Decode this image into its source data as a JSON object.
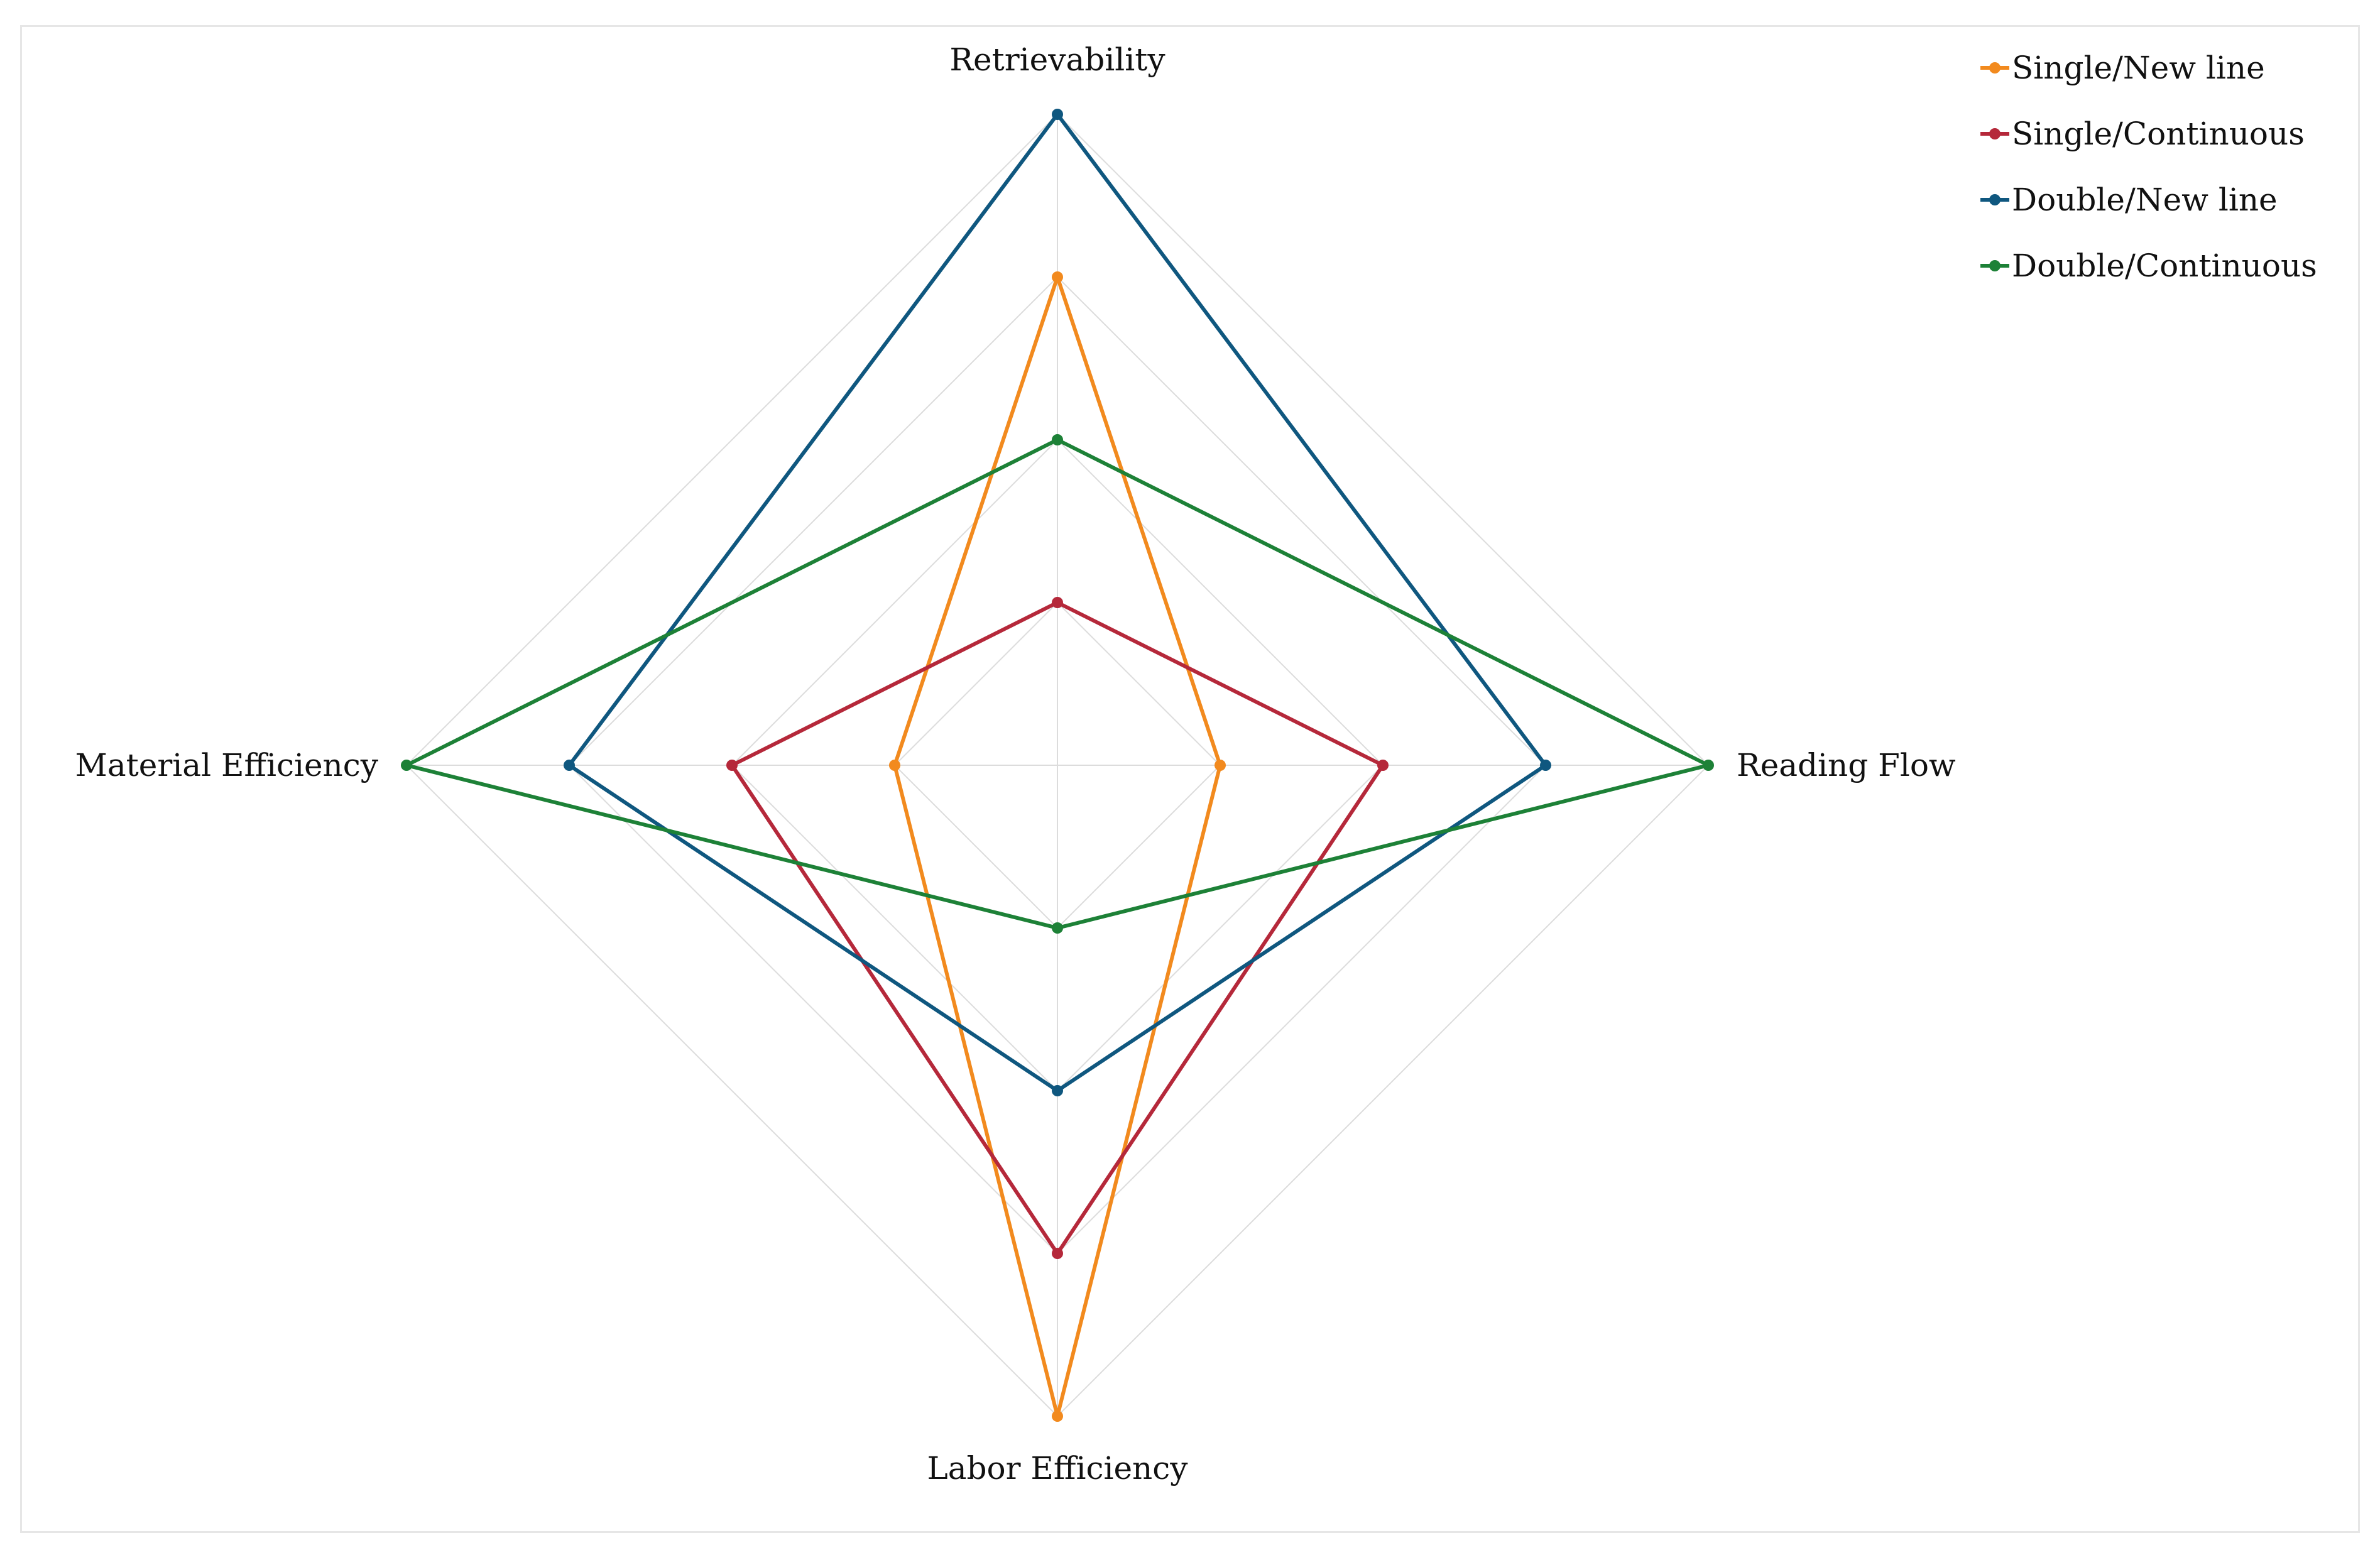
{
  "chart_data": {
    "type": "radar",
    "axes": [
      "Retrievability",
      "Reading Flow",
      "Labor Efficiency",
      "Material Efficiency"
    ],
    "rlim": [
      0,
      4
    ],
    "grid": true,
    "legend_position": "top-right",
    "series": [
      {
        "name": "Single/New line",
        "color": "#f28a1e",
        "values": [
          3,
          1,
          4,
          1
        ]
      },
      {
        "name": "Single/Continuous",
        "color": "#b5283a",
        "values": [
          1,
          2,
          3,
          2
        ]
      },
      {
        "name": "Double/New line",
        "color": "#0f577f",
        "values": [
          4,
          3,
          2,
          3
        ]
      },
      {
        "name": "Double/Continuous",
        "color": "#1d8137",
        "values": [
          2,
          4,
          1,
          4
        ]
      }
    ]
  }
}
